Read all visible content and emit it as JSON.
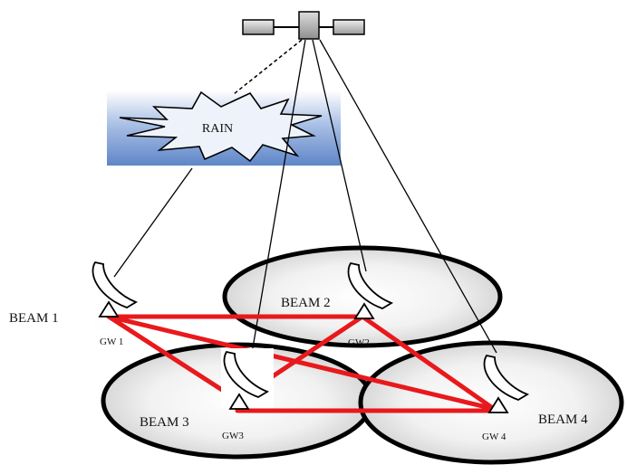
{
  "rain": {
    "label": "RAIN"
  },
  "beams": [
    {
      "label": "BEAM 1"
    },
    {
      "label": "BEAM 2"
    },
    {
      "label": "BEAM 3"
    },
    {
      "label": "BEAM 4"
    }
  ],
  "gateways": [
    {
      "label": "GW 1"
    },
    {
      "label": "GW2"
    },
    {
      "label": "GW3"
    },
    {
      "label": "GW 4"
    }
  ],
  "colors": {
    "inter_gateway_link": "#e8191c",
    "beam_outline": "#000000",
    "rain_band": "#6f93cf"
  }
}
